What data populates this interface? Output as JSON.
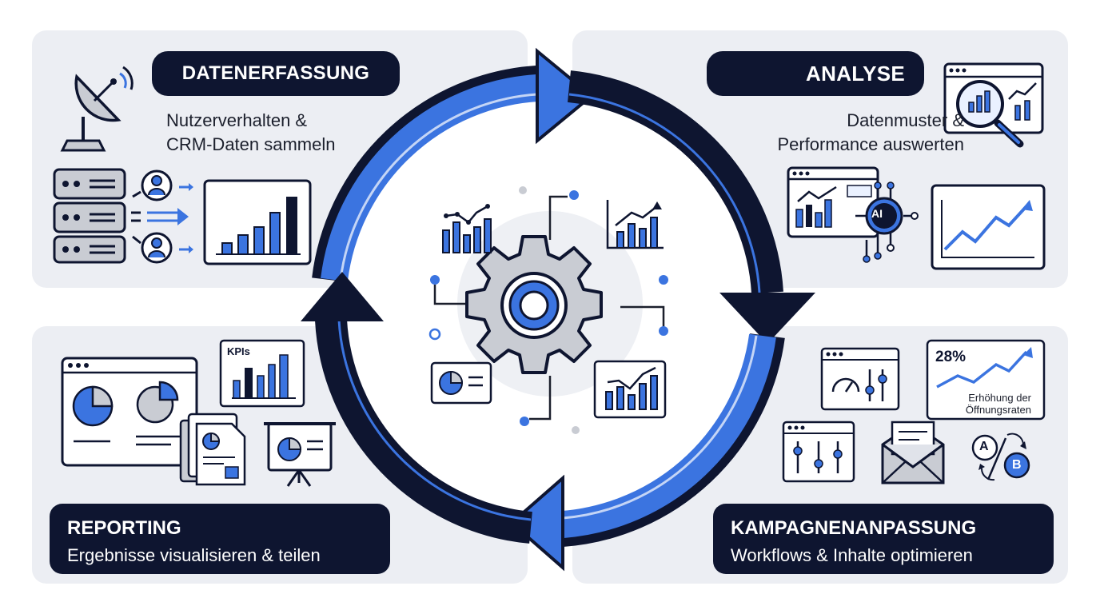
{
  "stages": {
    "data_collection": {
      "title": "DATENERFASSUNG",
      "line1": "Nutzerverhalten &",
      "line2": "CRM-Daten sammeln"
    },
    "analysis": {
      "title": "ANALYSE",
      "line1": "Datenmuster &",
      "line2": "Performance auswerten"
    },
    "campaign": {
      "title": "KAMPAGNENANPASSUNG",
      "text": "Workflows & Inhalte optimieren"
    },
    "reporting": {
      "title": "REPORTING",
      "text": "Ergebnisse visualisieren & teilen"
    }
  },
  "badges": {
    "kpi": "KPIs",
    "ai": "AI",
    "rate_value": "28%",
    "rate_line1": "Erhöhung der",
    "rate_line2": "Öffnungsraten",
    "ab_a": "A",
    "ab_b": "B"
  },
  "colors": {
    "navy": "#0e1530",
    "blue": "#3b74e0",
    "panel": "#eceef3",
    "gray": "#c9ccd3"
  }
}
